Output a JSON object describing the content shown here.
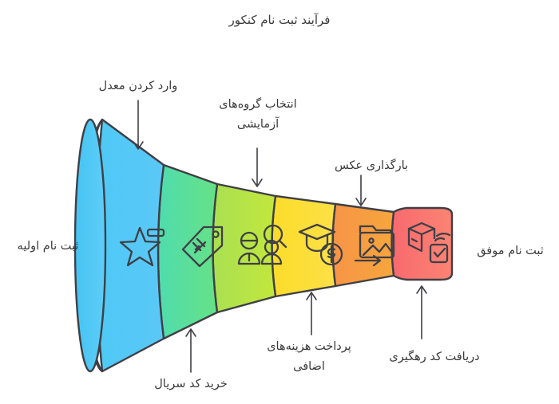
{
  "title": "فرآیند ثبت نام کنکور",
  "diagram": {
    "kind": "funnel",
    "background": "#ffffff",
    "outline_color": "#3f3f46",
    "text_color": "#3a3a3c"
  },
  "stages": [
    {
      "id": "stage-1",
      "label": "ثبت نام اولیه",
      "icon": "star-minus-icon",
      "color_start": "#4ec9f5",
      "color_end": "#5bc8f7",
      "label_side": "left"
    },
    {
      "id": "stage-2",
      "label": "خرید کد سریال",
      "icon": "price-tag-icon",
      "color_start": "#57dba0",
      "color_end": "#63e08c",
      "label_side": "bottom"
    },
    {
      "id": "stage-3",
      "label": "وارد کردن معدل",
      "icon": "people-group-icon",
      "color_start": "#aee04b",
      "color_end": "#bfe63f",
      "label_side": "top"
    },
    {
      "id": "stage-4",
      "label": "انتخاب گروه‌های\nآزمایشی",
      "icon": "graduation-cap-coin-icon",
      "color_start": "#fbdc2a",
      "color_end": "#fde047",
      "label_side": "top"
    },
    {
      "id": "stage-5",
      "label": "پرداخت هزینه‌های\nاضافی",
      "icon": "image-upload-icon",
      "color_start": "#f79b4a",
      "color_end": "#f6a03c",
      "label_side": "bottom"
    },
    {
      "id": "stage-6",
      "label": "بارگذاری عکس",
      "icon": "package-tracking-icon",
      "color_start": "#f86b6b",
      "color_end": "#fa7f72",
      "label_side": "top"
    }
  ],
  "callouts": [
    {
      "id": "callout-left",
      "text": "ثبت نام اولیه",
      "position": "left"
    },
    {
      "id": "callout-gpa",
      "text": "وارد کردن معدل",
      "position": "top"
    },
    {
      "id": "callout-groups",
      "text": "انتخاب گروه‌های\nآزمایشی",
      "position": "top"
    },
    {
      "id": "callout-photo",
      "text": "بارگذاری عکس",
      "position": "top"
    },
    {
      "id": "callout-right",
      "text": "ثبت نام موفق",
      "position": "right"
    },
    {
      "id": "callout-serial",
      "text": "خرید کد سریال",
      "position": "bottom"
    },
    {
      "id": "callout-fees",
      "text": "پرداخت هزینه‌های\nاضافی",
      "position": "bottom"
    },
    {
      "id": "callout-track",
      "text": "دریافت کد رهگیری",
      "position": "bottom"
    }
  ]
}
